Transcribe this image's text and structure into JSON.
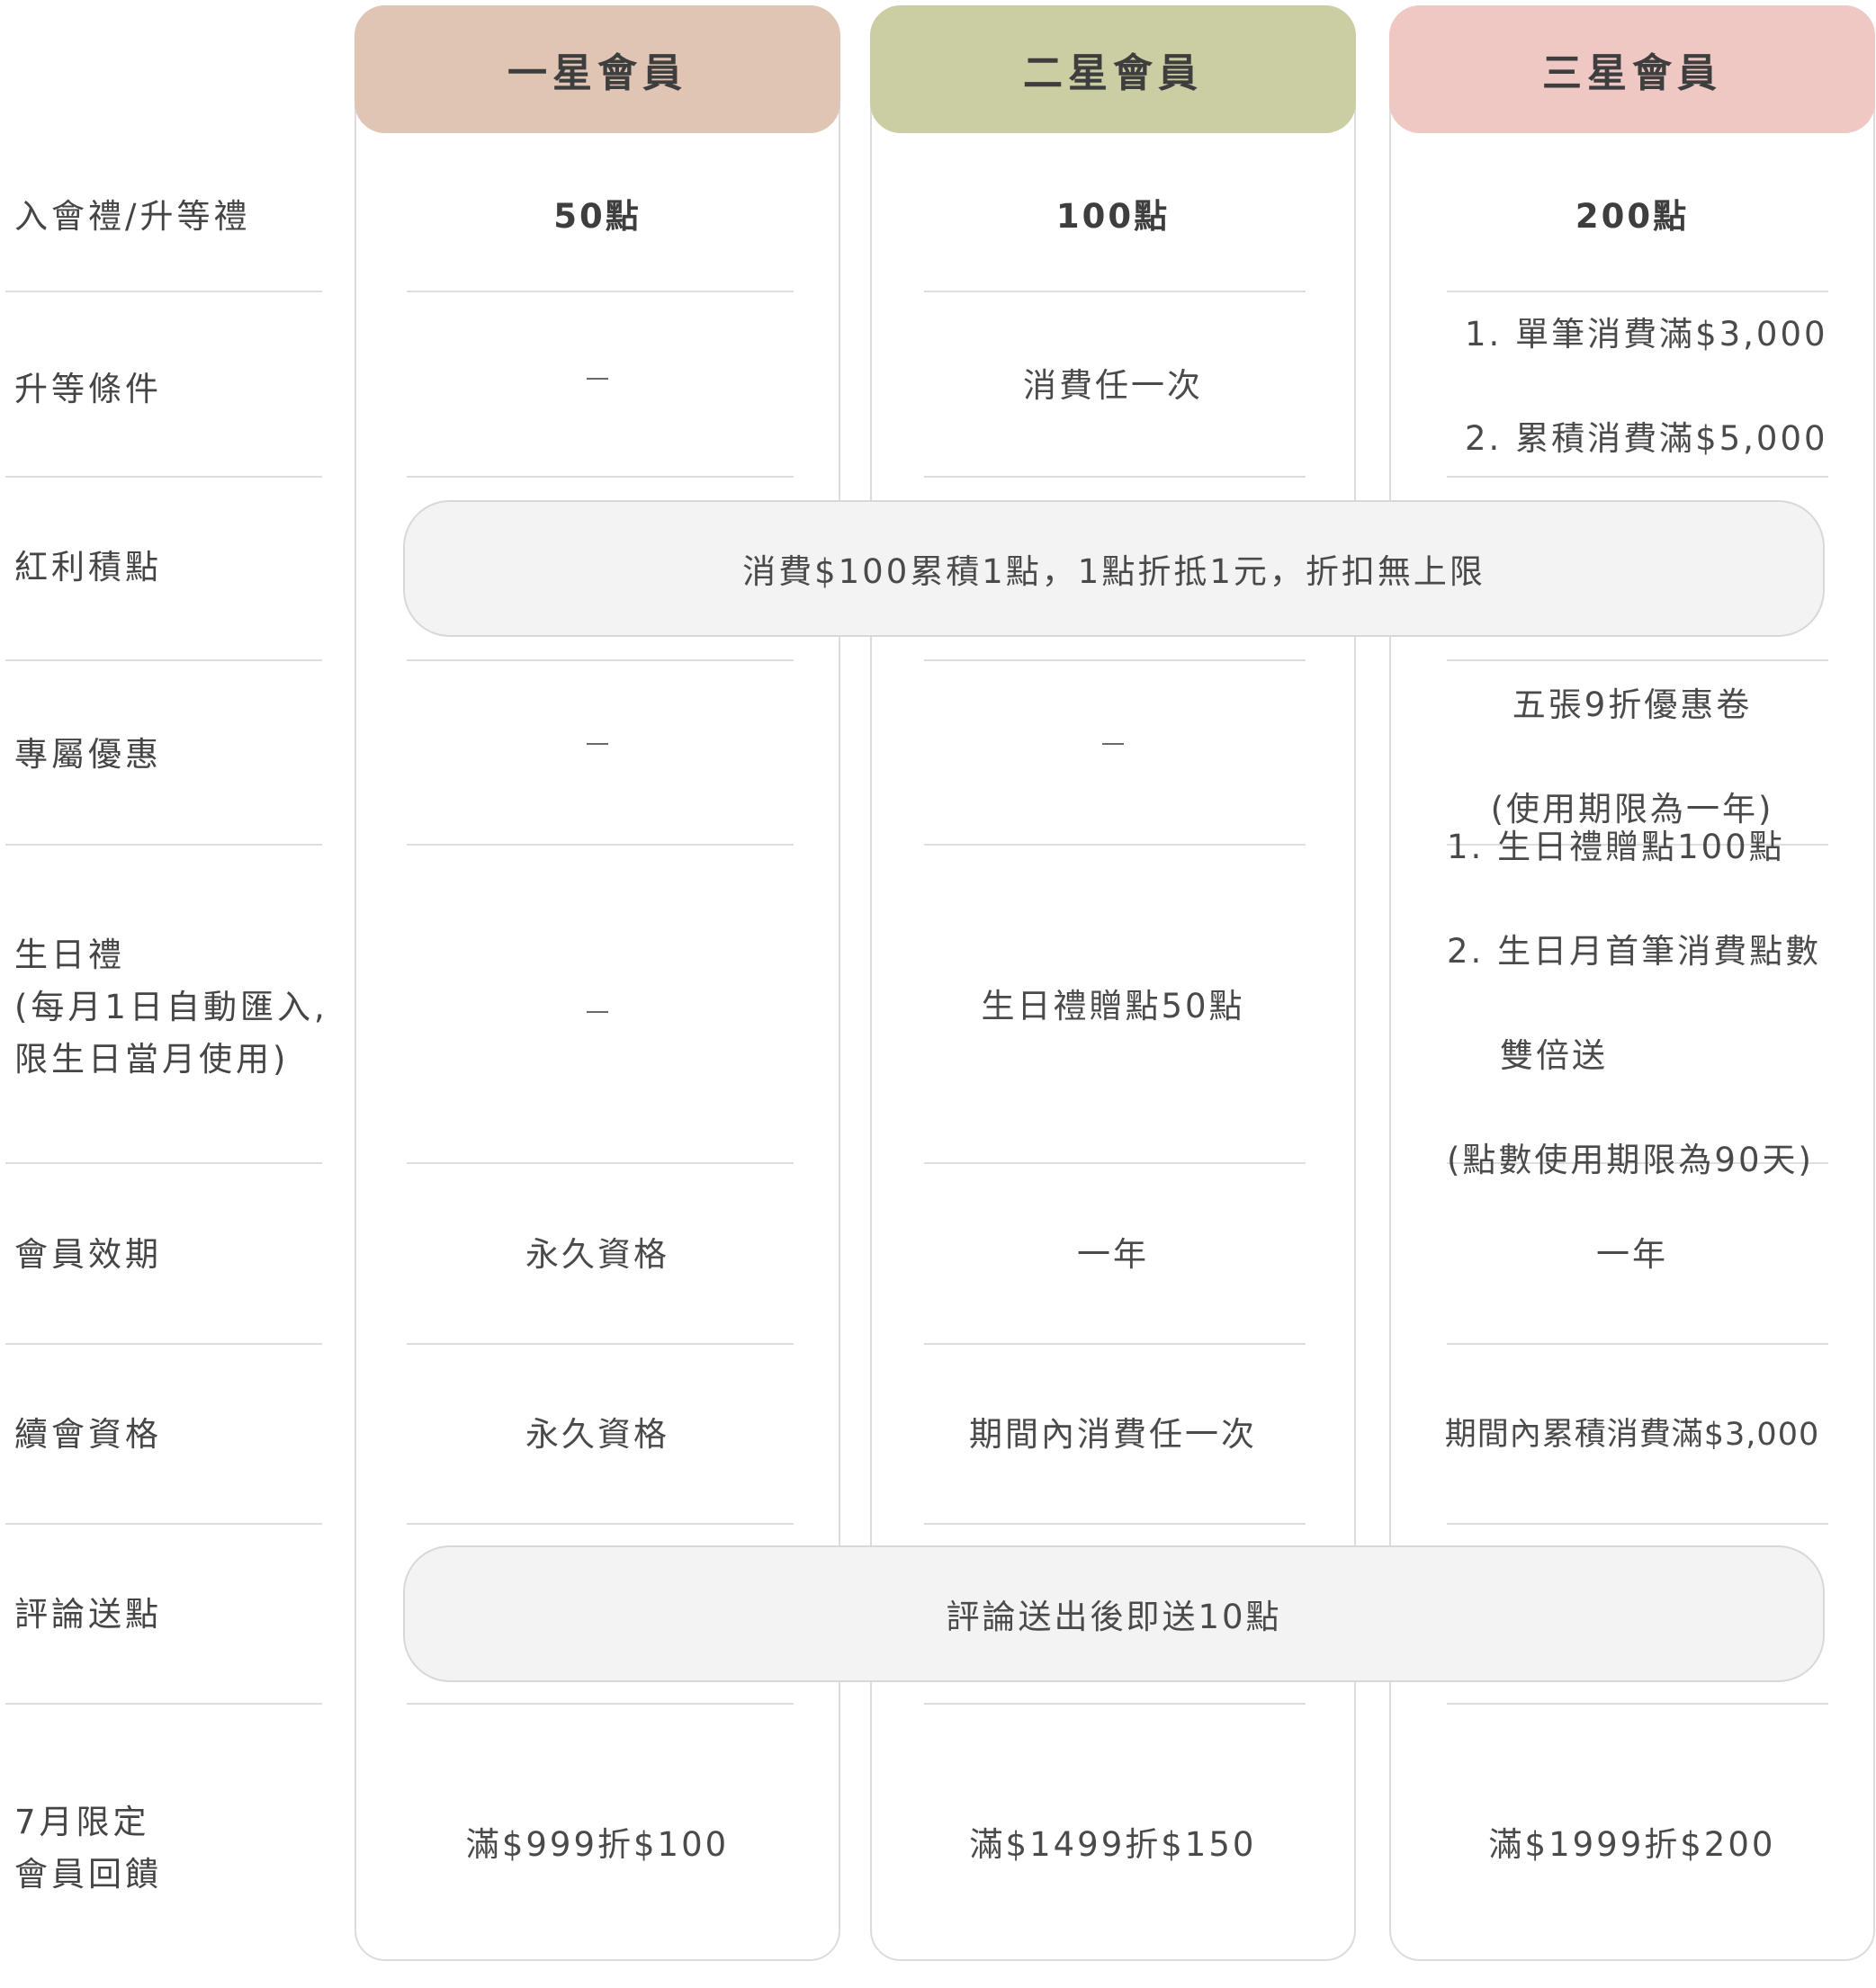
{
  "tiers": [
    {
      "name": "一星會員",
      "color": "#e0c5b5"
    },
    {
      "name": "二星會員",
      "color": "#cbcda3"
    },
    {
      "name": "三星會員",
      "color": "#efc8c4"
    }
  ],
  "rows": {
    "welcome_gift": {
      "label": "入會禮/升等禮",
      "values": [
        "50點",
        "100點",
        "200點"
      ]
    },
    "upgrade": {
      "label": "升等條件",
      "values": [
        "",
        "消費任一次"
      ],
      "tier3_lines": [
        "1. 單筆消費滿$3,000",
        "2. 累積消費滿$5,000"
      ]
    },
    "bonus_points": {
      "label": "紅利積點",
      "shared": "消費$100累積1點，1點折抵1元，折扣無上限"
    },
    "exclusive": {
      "label": "專屬優惠",
      "tier3_lines": [
        "五張9折優惠卷",
        "(使用期限為一年)"
      ]
    },
    "birthday": {
      "label": "生日禮\n(每月1日自動匯入,\n限生日當月使用)",
      "tier2": "生日禮贈點50點",
      "tier3_lines": [
        "1. 生日禮贈點100點",
        "2. 生日月首筆消費點數",
        "    雙倍送",
        "(點數使用期限為90天)"
      ]
    },
    "validity": {
      "label": "會員效期",
      "values": [
        "永久資格",
        "一年",
        "一年"
      ]
    },
    "renewal": {
      "label": "續會資格",
      "values": [
        "永久資格",
        "期間內消費任一次",
        "期間內累積消費滿$3,000"
      ]
    },
    "review": {
      "label": "評論送點",
      "shared": "評論送出後即送10點"
    },
    "july": {
      "label": "7月限定\n會員回饋",
      "values": [
        "滿$999折$100",
        "滿$1499折$150",
        "滿$1999折$200"
      ]
    }
  }
}
